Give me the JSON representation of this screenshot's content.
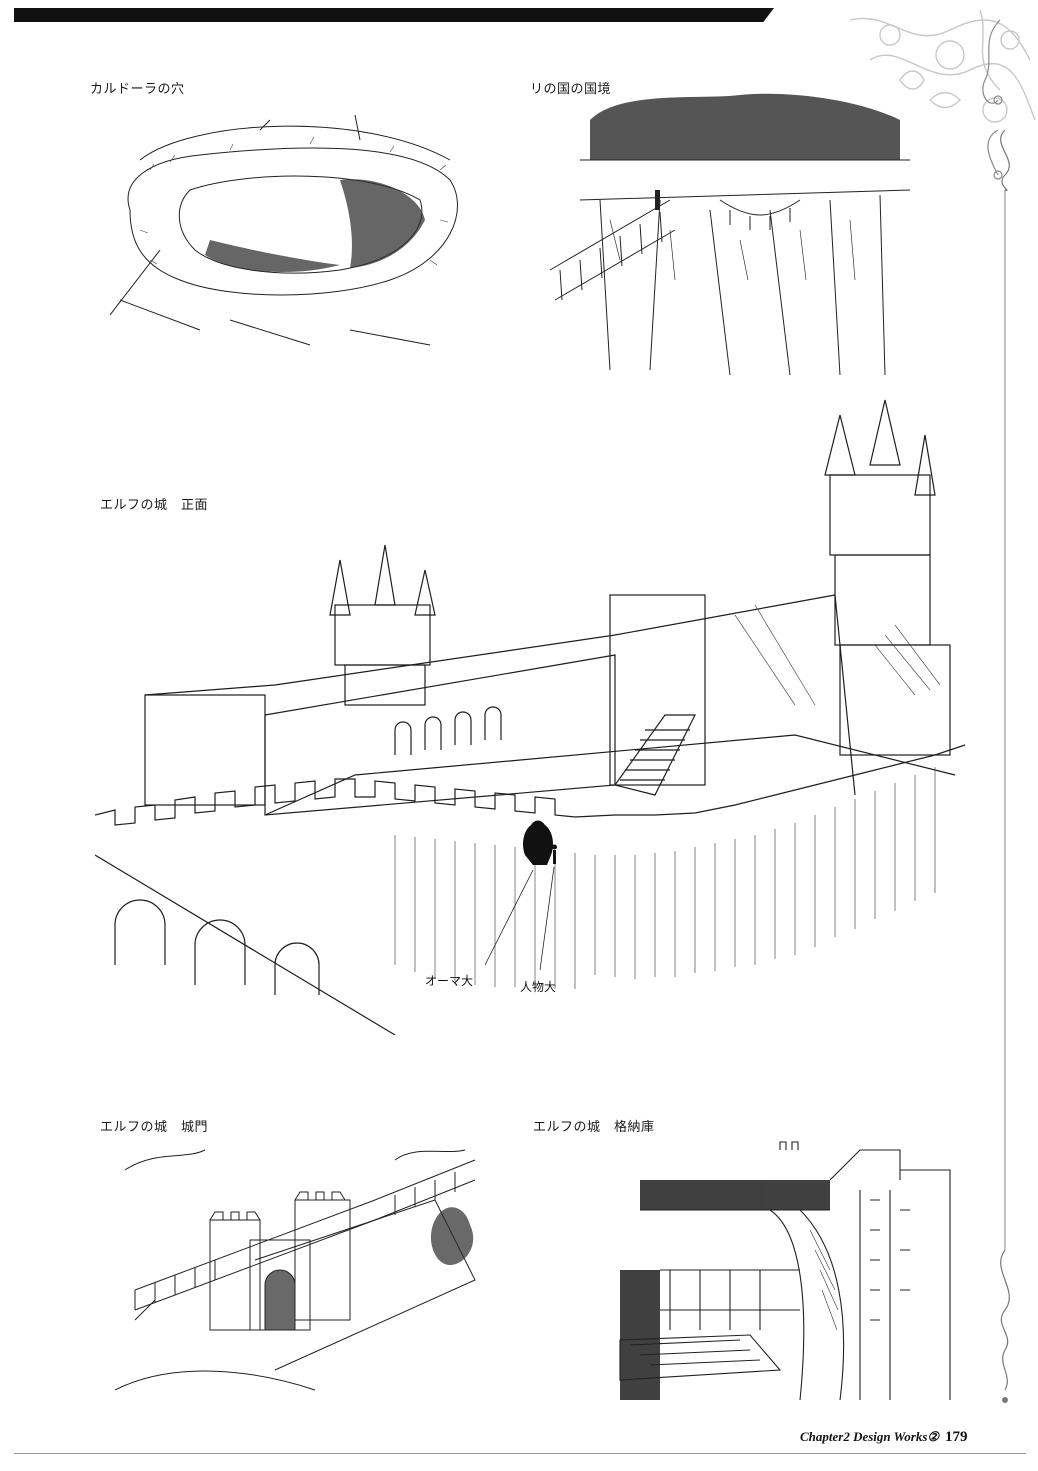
{
  "captions": {
    "caldera": "カルドーラの穴",
    "border": "リの国の国境",
    "castle_front": "エルフの城　正面",
    "castle_gate": "エルフの城　城門",
    "castle_storage": "エルフの城　格納庫"
  },
  "notes": {
    "front_a": "オーマ大",
    "front_b": "人物大"
  },
  "footer": {
    "chapter": "Chapter2 Design Works②",
    "page": "179"
  },
  "colors": {
    "ink": "#1a1a1a",
    "paper": "#ffffff"
  }
}
